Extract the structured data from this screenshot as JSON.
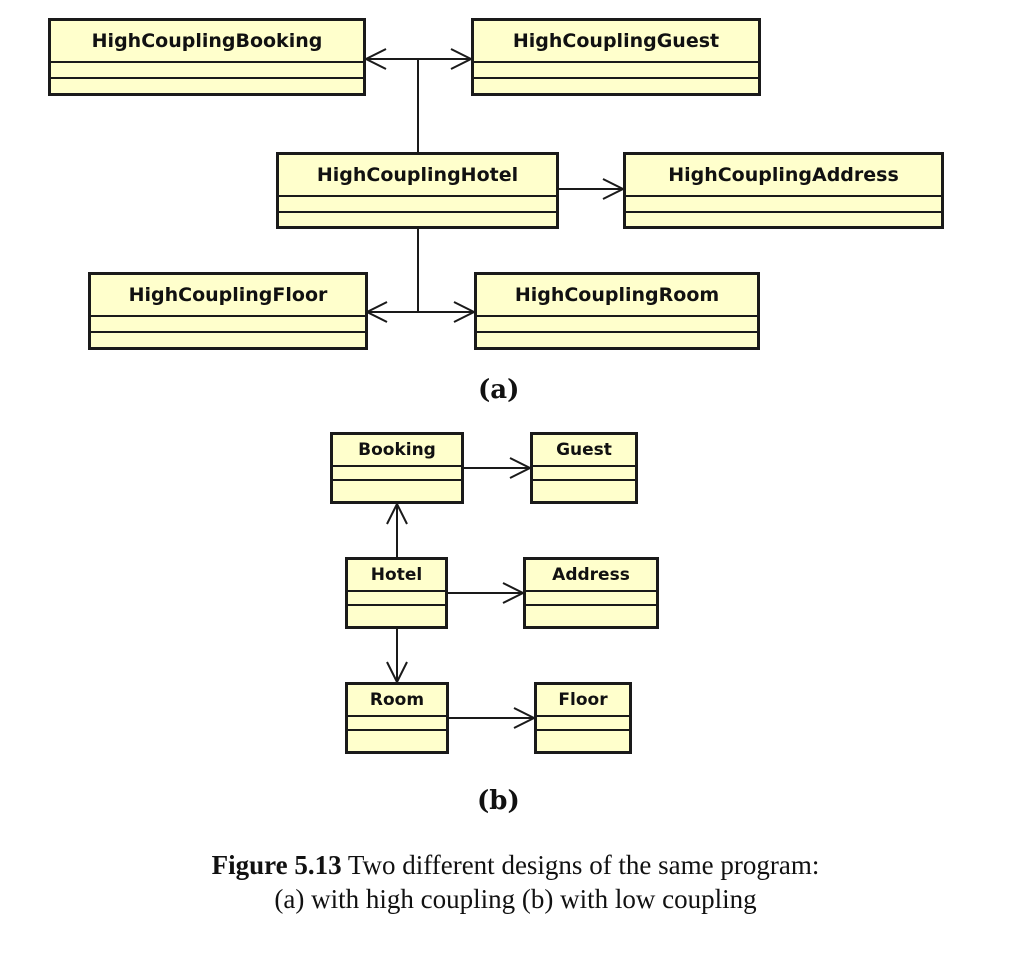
{
  "diagram_a": {
    "label": "(a)",
    "classes": {
      "booking": "HighCouplingBooking",
      "guest": "HighCouplingGuest",
      "hotel": "HighCouplingHotel",
      "address": "HighCouplingAddress",
      "floor": "HighCouplingFloor",
      "room": "HighCouplingRoom"
    }
  },
  "diagram_b": {
    "label": "(b)",
    "classes": {
      "booking": "Booking",
      "guest": "Guest",
      "hotel": "Hotel",
      "address": "Address",
      "room": "Room",
      "floor": "Floor"
    }
  },
  "caption": {
    "label": "Figure 5.13",
    "line1": "Two different designs of the same program:",
    "line2": "(a) with high coupling (b) with low coupling"
  },
  "colors": {
    "class_fill": "#ffffcc",
    "line": "#1a1a1a"
  }
}
